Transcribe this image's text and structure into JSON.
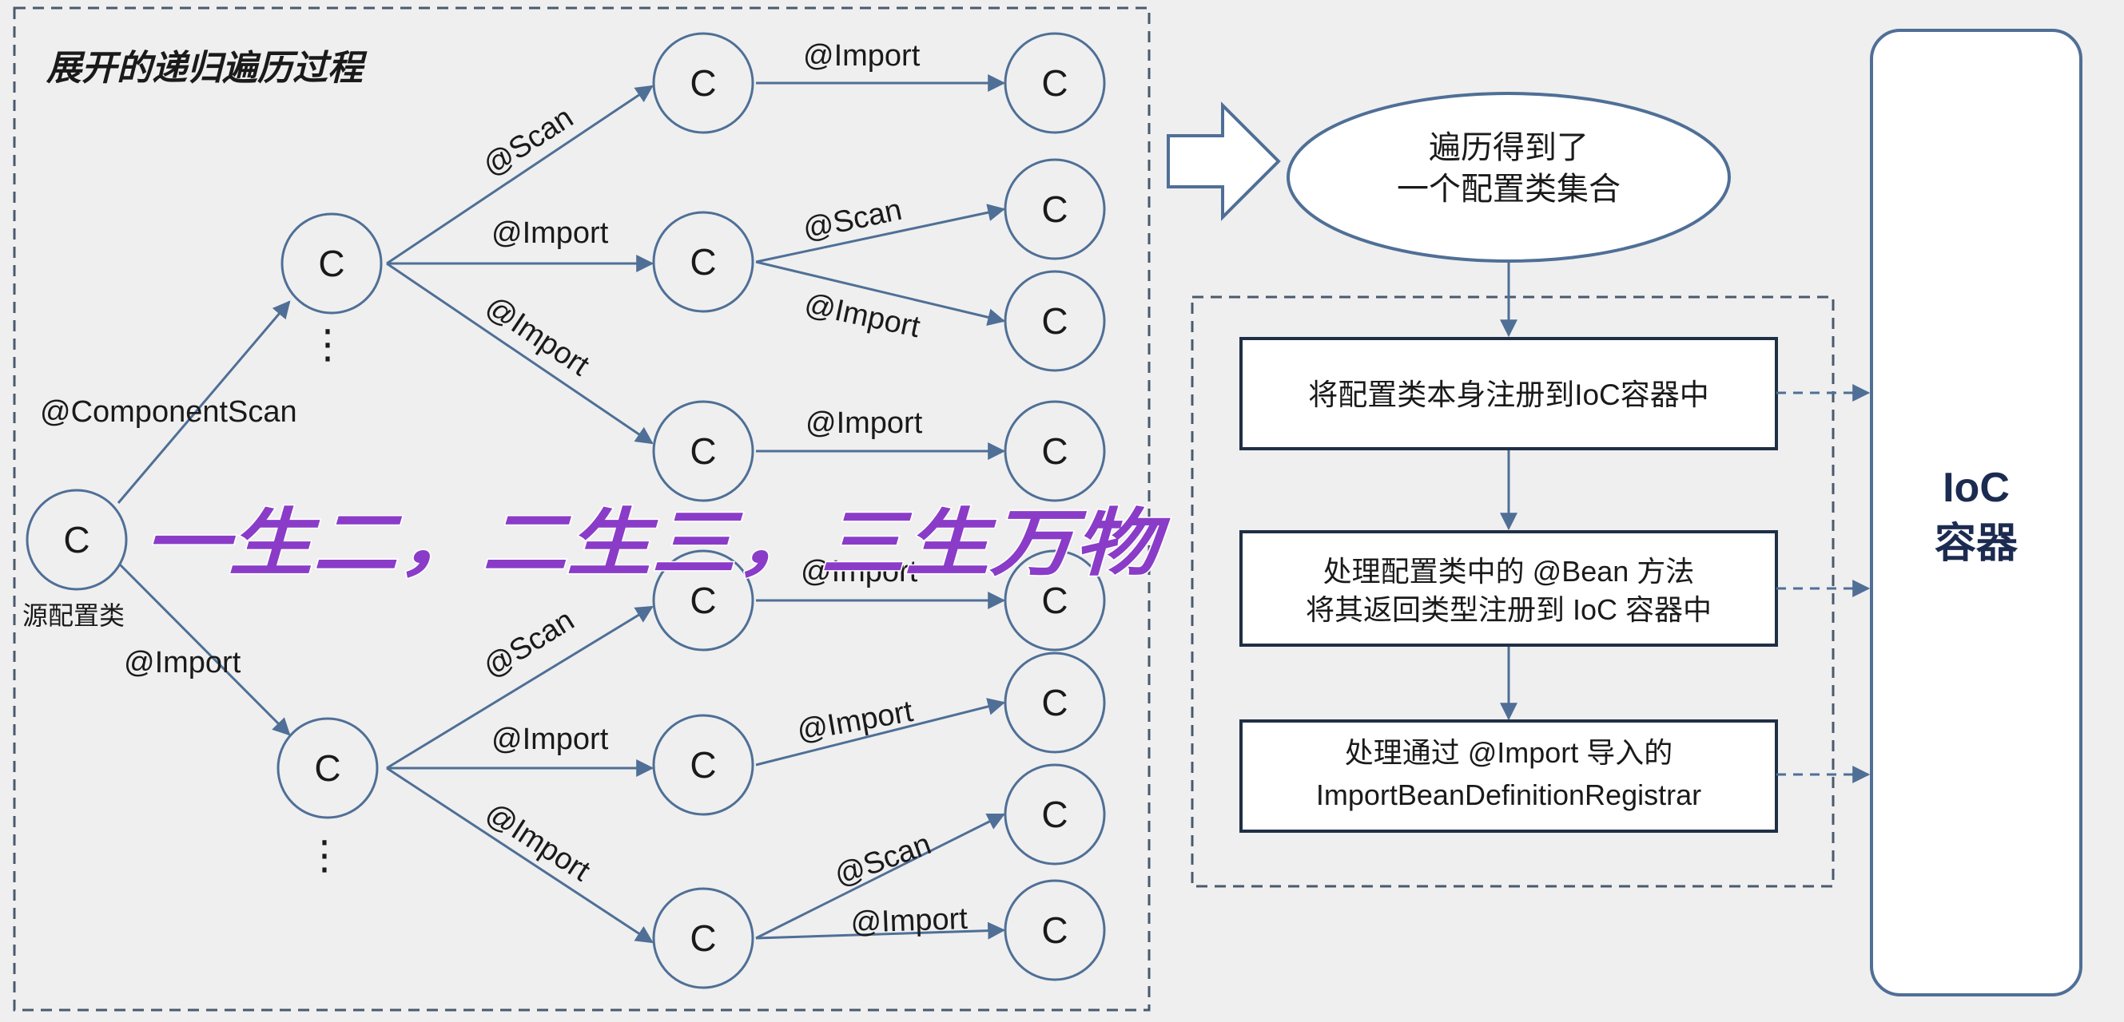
{
  "title": "展开的递归遍历过程",
  "source_label": "源配置类",
  "node_letter": "C",
  "ellipsis": "⋮",
  "edge_labels": {
    "component_scan": "@ComponentScan",
    "scan": "@Scan",
    "import": "@Import"
  },
  "result_ellipse": [
    "遍历得到了",
    "一个配置类集合"
  ],
  "steps": [
    [
      "将配置类本身注册到IoC容器中"
    ],
    [
      "处理配置类中的 @Bean 方法",
      "将其返回类型注册到 IoC 容器中"
    ],
    [
      "处理通过 @Import 导入的",
      "ImportBeanDefinitionRegistrar"
    ]
  ],
  "container": [
    "IoC",
    "容器"
  ],
  "overlay_text": "一生二，二生三，三生万物",
  "colors": {
    "background": "#efefef",
    "line": "#4f6f96",
    "box_border": "#1f2f45",
    "text": "#1a1a1a",
    "overlay": "#8a3cc8",
    "container_text": "#1c2b50"
  }
}
